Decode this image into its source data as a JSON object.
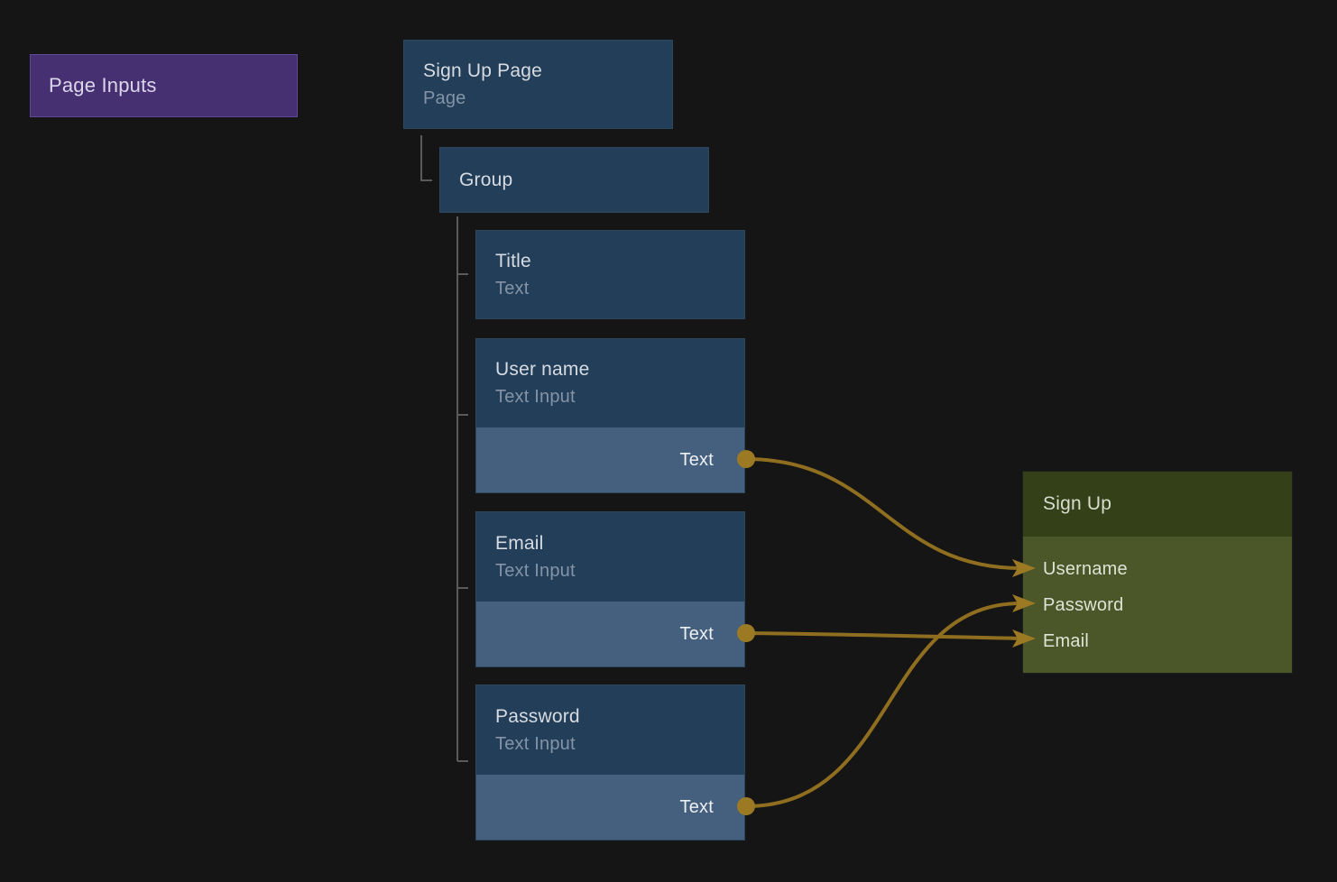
{
  "colors": {
    "background": "#151515",
    "node-blue": "#223e59",
    "node-blue-row": "#44607e",
    "purple": "#473072",
    "green-header": "#344018",
    "green-body": "#4b5629",
    "gold": "#8f6e20",
    "gold-bright": "#9c7a24",
    "tree-line": "#5a5a5a"
  },
  "page_inputs": {
    "label": "Page Inputs"
  },
  "tree_nodes": {
    "signup_page": {
      "title": "Sign Up Page",
      "subtitle": "Page"
    },
    "group": {
      "title": "Group"
    },
    "title": {
      "title": "Title",
      "subtitle": "Text"
    },
    "username": {
      "title": "User name",
      "subtitle": "Text Input",
      "output_port": "Text"
    },
    "email": {
      "title": "Email",
      "subtitle": "Text Input",
      "output_port": "Text"
    },
    "password": {
      "title": "Password",
      "subtitle": "Text Input",
      "output_port": "Text"
    }
  },
  "signup_action": {
    "title": "Sign Up",
    "inputs": [
      "Username",
      "Password",
      "Email"
    ]
  },
  "connections": [
    {
      "from": "User name.Text",
      "to": "Sign Up.Username"
    },
    {
      "from": "Email.Text",
      "to": "Sign Up.Email"
    },
    {
      "from": "Password.Text",
      "to": "Sign Up.Password"
    }
  ]
}
